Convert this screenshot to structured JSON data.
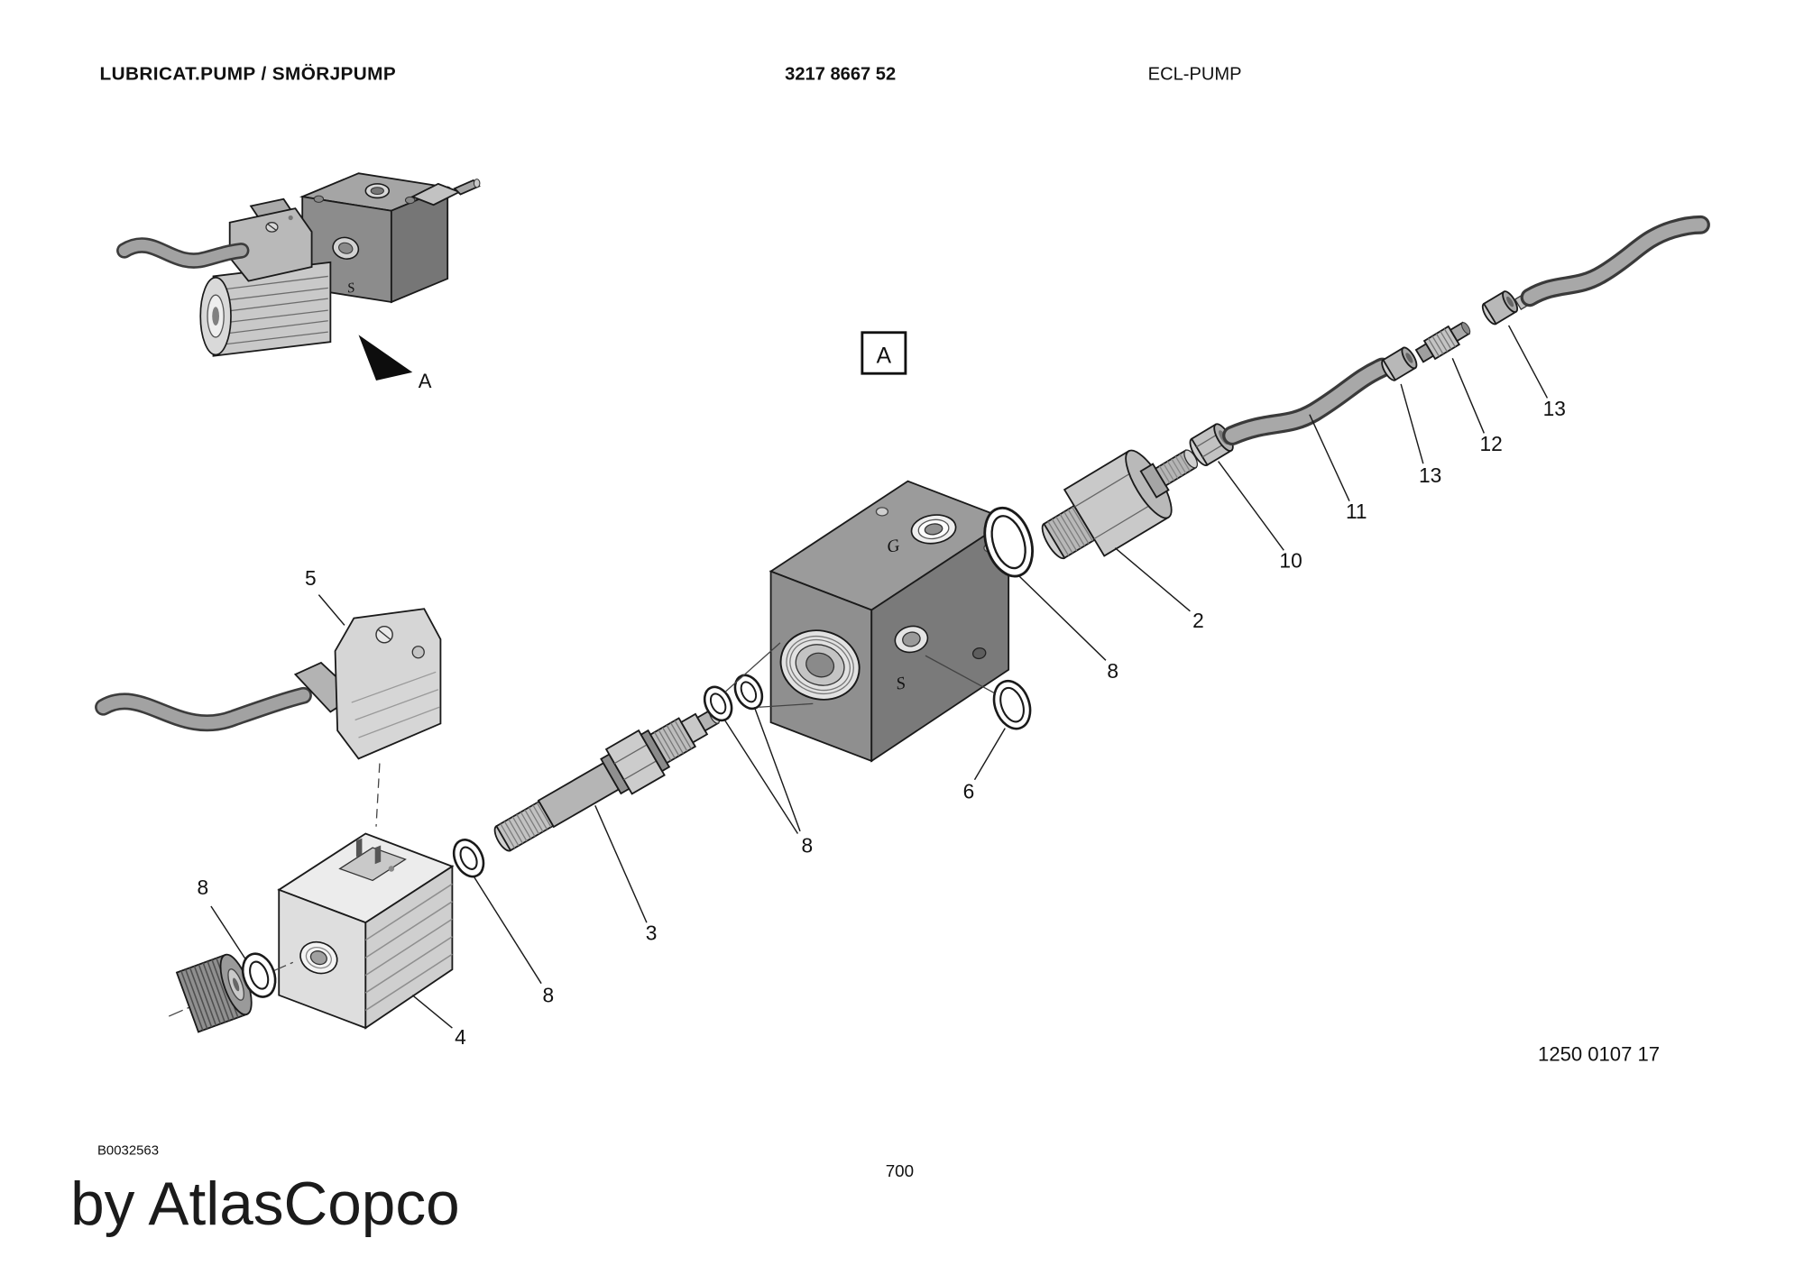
{
  "header": {
    "title": "LUBRICAT.PUMP / SMÖRJPUMP",
    "part_number": "3217 8667 52",
    "pump_type": "ECL-PUMP"
  },
  "diagram": {
    "drawing_number": "1250 0107 17",
    "detail_box_label": "A",
    "detail_arrow_label": "A",
    "markings": {
      "center_block_g": "G",
      "center_block_s": "S",
      "assembled_block_s": "S"
    },
    "callouts": {
      "c2": "2",
      "c3": "3",
      "c4": "4",
      "c5": "5",
      "c6": "6",
      "c8a": "8",
      "c8b": "8",
      "c8c": "8",
      "c8d": "8",
      "c10": "10",
      "c11": "11",
      "c12": "12",
      "c13a": "13",
      "c13b": "13"
    },
    "colors": {
      "line": "#1a1a1a",
      "part_gray": "#b5b5b5",
      "dark_gray": "#7a7a7a",
      "light_gray": "#e0e0e0"
    }
  },
  "footer": {
    "reference": "B0032563",
    "page_number": "700",
    "credit": "by AtlasCopco"
  }
}
